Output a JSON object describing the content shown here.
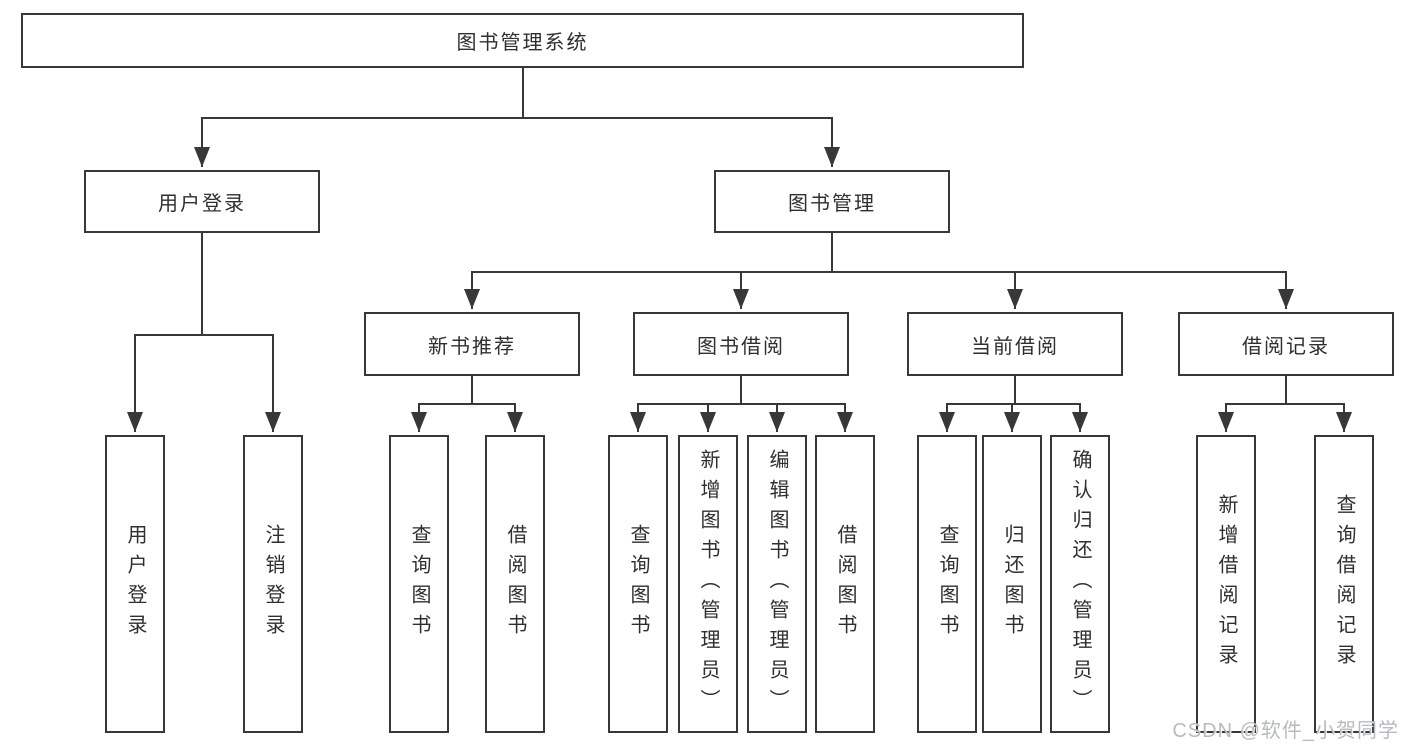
{
  "diagram": {
    "tree": {
      "label": "图书管理系统",
      "children": [
        {
          "label": "用户登录",
          "children": [
            {
              "label": "用户登录"
            },
            {
              "label": "注销登录"
            }
          ]
        },
        {
          "label": "图书管理",
          "children": [
            {
              "label": "新书推荐",
              "children": [
                {
                  "label": "查询图书"
                },
                {
                  "label": "借阅图书"
                }
              ]
            },
            {
              "label": "图书借阅",
              "children": [
                {
                  "label": "查询图书"
                },
                {
                  "label": "新增图书（管理员）"
                },
                {
                  "label": "编辑图书（管理员）"
                },
                {
                  "label": "借阅图书"
                }
              ]
            },
            {
              "label": "当前借阅",
              "children": [
                {
                  "label": "查询图书"
                },
                {
                  "label": "归还图书"
                },
                {
                  "label": "确认归还（管理员）"
                }
              ]
            },
            {
              "label": "借阅记录",
              "children": [
                {
                  "label": "新增借阅记录"
                },
                {
                  "label": "查询借阅记录"
                }
              ]
            }
          ]
        }
      ]
    }
  },
  "watermark": {
    "text": "CSDN @软件_小贺同学"
  },
  "colors": {
    "line": "#383838",
    "box_border": "#383838",
    "box_fill": "#ffffff",
    "text": "#2f2f2f",
    "watermark": "#b7bbbf"
  }
}
